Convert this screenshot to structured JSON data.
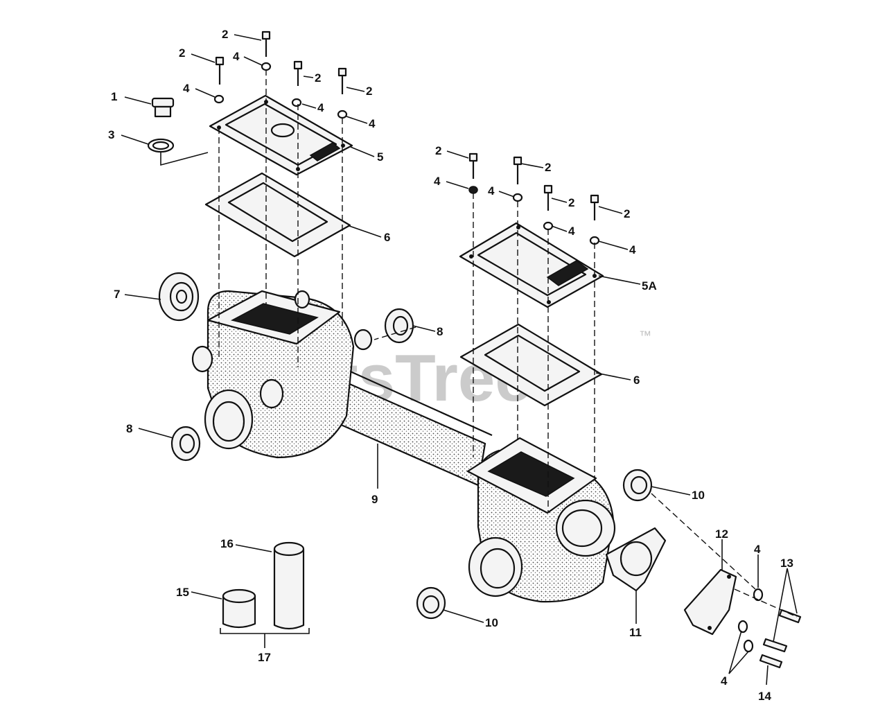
{
  "watermark": {
    "text": "PartsTree",
    "trademark": "™"
  },
  "callouts": {
    "c1": "1",
    "c2": "2",
    "c3": "3",
    "c4": "4",
    "c5": "5",
    "c5a": "5A",
    "c6": "6",
    "c7": "7",
    "c8": "8",
    "c9": "9",
    "c10": "10",
    "c11": "11",
    "c12": "12",
    "c13": "13",
    "c14": "14",
    "c15": "15",
    "c16": "16",
    "c17": "17"
  }
}
